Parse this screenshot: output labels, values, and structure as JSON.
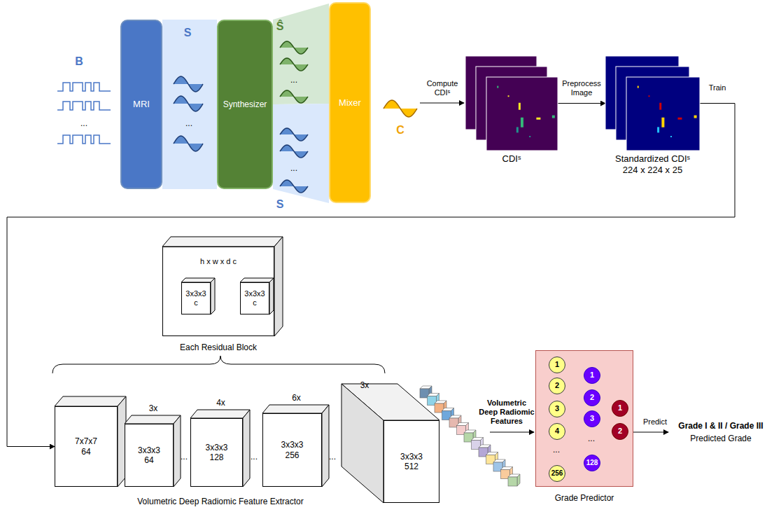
{
  "diagram": {
    "nodes": [
      {
        "text": [
          "MRI"
        ]
      },
      {
        "text": [
          "Synthesizer"
        ]
      },
      {
        "text": [
          "Mixer"
        ]
      },
      {
        "text": [
          "CDIˢ"
        ]
      },
      {
        "text": [
          "Standardized CDIˢ 224 x 224 x 25"
        ]
      },
      {
        "text": [
          "h x w x d c",
          "Each Residual Block"
        ]
      },
      {
        "text": [
          "3x3x3 c"
        ],
        "in": 5
      },
      {
        "text": [
          "3x3x3 c"
        ],
        "in": 5
      },
      {
        "text": [
          "7x7x7 64"
        ]
      },
      {
        "text": [
          "3x",
          "3x3x3 64"
        ]
      },
      {
        "text": [
          "4x",
          "3x3x3 128"
        ]
      },
      {
        "text": [
          "6x",
          "3x3x3 256"
        ]
      },
      {
        "text": [
          "3x",
          "3x3x3 512"
        ]
      },
      {
        "text": [
          "Grade Predictor"
        ]
      },
      {
        "text": [
          "1"
        ],
        "in": 13
      },
      {
        "text": [
          "2"
        ],
        "in": 13
      },
      {
        "text": [
          "3"
        ],
        "in": 13
      },
      {
        "text": [
          "4"
        ],
        "in": 13
      },
      {
        "text": [
          "256"
        ],
        "in": 13
      },
      {
        "text": [
          "1"
        ],
        "in": 13
      },
      {
        "text": [
          "2"
        ],
        "in": 13
      },
      {
        "text": [
          "3"
        ],
        "in": 13
      },
      {
        "text": [
          "128"
        ],
        "in": 13
      },
      {
        "text": [
          "1"
        ],
        "in": 13
      },
      {
        "text": [
          "2"
        ],
        "in": 13
      }
    ],
    "edges": [
      {
        "from": 3,
        "to": 4,
        "arrow": "to",
        "label": "Preprocess Image"
      },
      {
        "from": 4,
        "to": 8,
        "arrow": "to",
        "label": "Train"
      },
      {
        "from": 6,
        "to": 7,
        "arrow": "to"
      },
      {
        "from": 14,
        "to": 19,
        "arrow": "none"
      },
      {
        "from": 14,
        "to": 20,
        "arrow": "none"
      },
      {
        "from": 14,
        "to": 21,
        "arrow": "none"
      },
      {
        "from": 14,
        "to": 22,
        "arrow": "none"
      },
      {
        "from": 15,
        "to": 19,
        "arrow": "none"
      },
      {
        "from": 15,
        "to": 20,
        "arrow": "none"
      },
      {
        "from": 15,
        "to": 21,
        "arrow": "none"
      },
      {
        "from": 15,
        "to": 22,
        "arrow": "none"
      },
      {
        "from": 16,
        "to": 19,
        "arrow": "none"
      },
      {
        "from": 16,
        "to": 20,
        "arrow": "none"
      },
      {
        "from": 16,
        "to": 21,
        "arrow": "none"
      },
      {
        "from": 16,
        "to": 22,
        "arrow": "none"
      },
      {
        "from": 17,
        "to": 19,
        "arrow": "none"
      },
      {
        "from": 17,
        "to": 20,
        "arrow": "none"
      },
      {
        "from": 17,
        "to": 21,
        "arrow": "none"
      },
      {
        "from": 17,
        "to": 22,
        "arrow": "none"
      },
      {
        "from": 18,
        "to": 19,
        "arrow": "none"
      },
      {
        "from": 18,
        "to": 20,
        "arrow": "none"
      },
      {
        "from": 18,
        "to": 21,
        "arrow": "none"
      },
      {
        "from": 18,
        "to": 22,
        "arrow": "none"
      },
      {
        "from": 19,
        "to": 23,
        "arrow": "none"
      },
      {
        "from": 19,
        "to": 24,
        "arrow": "none"
      },
      {
        "from": 20,
        "to": 23,
        "arrow": "none"
      },
      {
        "from": 20,
        "to": 24,
        "arrow": "none"
      },
      {
        "from": 21,
        "to": 23,
        "arrow": "none"
      },
      {
        "from": 21,
        "to": 24,
        "arrow": "none"
      },
      {
        "from": 22,
        "to": 23,
        "arrow": "none"
      },
      {
        "from": 22,
        "to": 24,
        "arrow": "none"
      }
    ],
    "labels": [
      "B",
      "S",
      "Ŝ",
      "S",
      "C",
      "Compute CDIˢ",
      "...",
      "...",
      "...",
      "Volumetric Deep Radiomic Features",
      "...",
      "...",
      "Predict",
      "Grade I & II / Grade III",
      "Predicted Grade",
      "...",
      "...",
      "...",
      "...",
      "Volumetric Deep Radiomic Feature Extractor"
    ]
  }
}
